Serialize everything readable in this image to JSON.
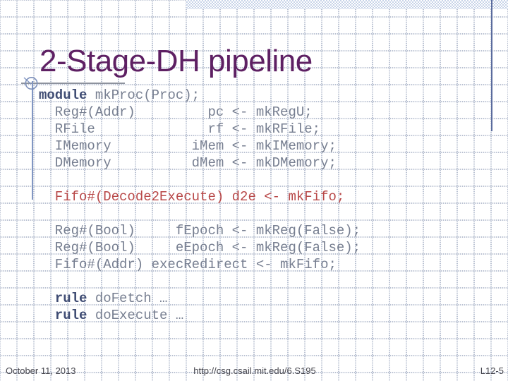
{
  "slide": {
    "title": "2-Stage-DH pipeline",
    "footer": {
      "date": "October 11, 2013",
      "url": "http://csg.csail.mit.edu/6.S195",
      "page": "L12-5"
    }
  },
  "code": {
    "lines": [
      {
        "segments": [
          {
            "text": "module",
            "style": "keyword"
          },
          {
            "text": " mkProc(Proc);",
            "style": "plain"
          }
        ]
      },
      {
        "segments": [
          {
            "text": "  Reg#(Addr)         pc <- mkRegU;",
            "style": "plain"
          }
        ]
      },
      {
        "segments": [
          {
            "text": "  RFile              rf <- mkRFile;",
            "style": "plain"
          }
        ]
      },
      {
        "segments": [
          {
            "text": "  IMemory          iMem <- mkIMemory;",
            "style": "plain"
          }
        ]
      },
      {
        "segments": [
          {
            "text": "  DMemory          dMem <- mkDMemory;",
            "style": "plain"
          }
        ]
      },
      {
        "segments": [
          {
            "text": "",
            "style": "plain"
          }
        ]
      },
      {
        "segments": [
          {
            "text": "  Fifo#(Decode2Execute) d2e <- mkFifo;",
            "style": "red"
          }
        ]
      },
      {
        "segments": [
          {
            "text": "",
            "style": "plain"
          }
        ]
      },
      {
        "segments": [
          {
            "text": "  Reg#(Bool)     fEpoch <- mkReg(False);",
            "style": "plain"
          }
        ]
      },
      {
        "segments": [
          {
            "text": "  Reg#(Bool)     eEpoch <- mkReg(False);",
            "style": "plain"
          }
        ]
      },
      {
        "segments": [
          {
            "text": "  Fifo#(Addr) execRedirect <- mkFifo;",
            "style": "plain"
          }
        ]
      },
      {
        "segments": [
          {
            "text": "",
            "style": "plain"
          }
        ]
      },
      {
        "segments": [
          {
            "text": "  rule",
            "style": "keyword"
          },
          {
            "text": " doFetch …",
            "style": "plain"
          }
        ]
      },
      {
        "segments": [
          {
            "text": "  rule",
            "style": "keyword"
          },
          {
            "text": " doExecute …",
            "style": "plain"
          }
        ]
      }
    ]
  },
  "colors": {
    "title": "#5e2063",
    "keyword": "#404d74",
    "code_plain": "#767e90",
    "code_red": "#b84848",
    "accent_line": "#5a6b9d",
    "guide_line": "#8196c2",
    "underline": "#8d929d",
    "hatch_bar": "#c7d3e8",
    "footer_text": "#44444c"
  },
  "icons": {
    "grommet_circle": "grommet-circle-icon"
  }
}
